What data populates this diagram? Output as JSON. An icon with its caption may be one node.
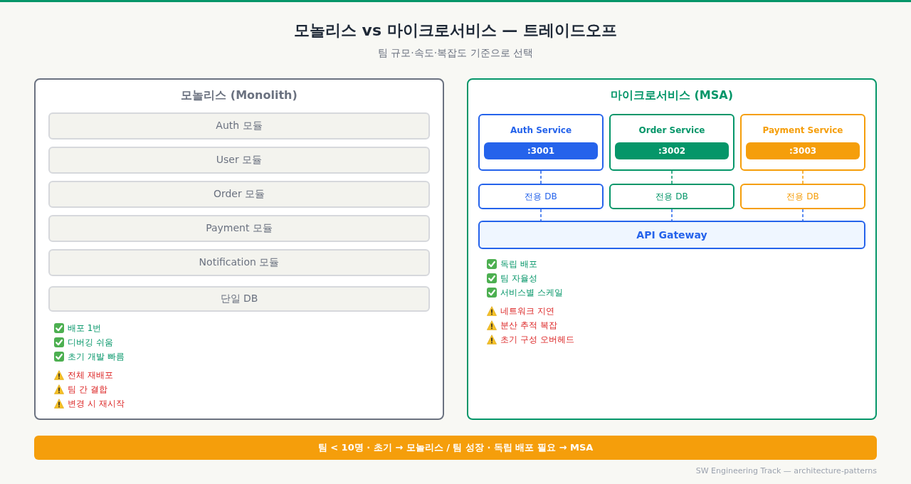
{
  "diagram": {
    "title": "모놀리스 vs 마이크로서비스 — 트레이드오프",
    "caption": "SW Engineering Track — architecture-patterns",
    "nodes": [
      {
        "text": [
          "모놀리스 (Monolith)"
        ]
      },
      {
        "text": [
          "Auth 모듈"
        ],
        "in": 0
      },
      {
        "text": [
          "User 모듈"
        ],
        "in": 0
      },
      {
        "text": [
          "Order 모듈"
        ],
        "in": 0
      },
      {
        "text": [
          "Payment 모듈"
        ],
        "in": 0
      },
      {
        "text": [
          "Notification 모듈"
        ],
        "in": 0
      },
      {
        "text": [
          "단일 DB"
        ],
        "in": 0
      },
      {
        "text": [
          "마이크로서비스 (MSA)"
        ]
      },
      {
        "text": [
          "Auth Service"
        ],
        "in": 7
      },
      {
        "text": [
          ":3001"
        ],
        "in": 8
      },
      {
        "text": [
          "Order Service"
        ],
        "in": 7
      },
      {
        "text": [
          ":3002"
        ],
        "in": 10
      },
      {
        "text": [
          "Payment Service"
        ],
        "in": 7
      },
      {
        "text": [
          ":3003"
        ],
        "in": 12
      },
      {
        "text": [
          "전용 DB"
        ],
        "in": 7
      },
      {
        "text": [
          "전용 DB"
        ],
        "in": 7
      },
      {
        "text": [
          "전용 DB"
        ],
        "in": 7
      },
      {
        "text": [
          "API Gateway"
        ],
        "in": 7
      },
      {
        "text": [
          "팀 < 10명 · 초기 → 모놀리스 / 팀 성장 · 독립 배포 필요 → MSA"
        ]
      }
    ],
    "edges": [
      {
        "from": 8,
        "to": 14,
        "arrow": "none",
        "style": "dashed"
      },
      {
        "from": 10,
        "to": 15,
        "arrow": "none",
        "style": "dashed",
        "color": "#059669"
      },
      {
        "from": 12,
        "to": 16,
        "arrow": "none",
        "style": "dashed",
        "color": "#f59e0b"
      },
      {
        "from": 14,
        "to": 17,
        "arrow": "none",
        "style": "dashed"
      },
      {
        "from": 15,
        "to": 17,
        "arrow": "none",
        "style": "dashed"
      },
      {
        "from": 16,
        "to": 17,
        "arrow": "none",
        "style": "dashed"
      }
    ],
    "labels": [
      "팀 규모·속도·복잡도 기준으로 선택",
      "배포 1번",
      "디버깅 쉬움",
      "초기 개발 빠름",
      "전체 재배포",
      "팀 간 결합",
      "변경 시 재시작",
      "독립 배포",
      "팀 자율성",
      "서비스별 스케일",
      "네트워크 지연",
      "분산 추적 복잡",
      "초기 구성 오버헤드"
    ]
  }
}
